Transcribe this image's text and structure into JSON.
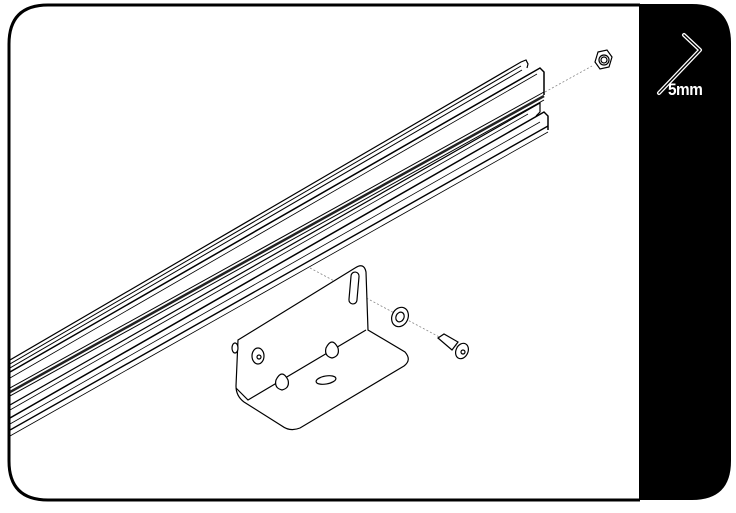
{
  "step_illustration": {
    "tool_panel": {
      "tool_icon": "hex-key-icon",
      "tool_size_label": "5mm",
      "background_color": "#000000",
      "text_color": "#ffffff"
    },
    "parts": [
      {
        "name": "aluminum-rail",
        "icon": "rail-profile"
      },
      {
        "name": "hex-nut",
        "icon": "nut-icon"
      },
      {
        "name": "washer",
        "icon": "washer-icon"
      },
      {
        "name": "button-head-bolt",
        "icon": "bolt-icon"
      },
      {
        "name": "l-bracket",
        "icon": "bracket-icon"
      }
    ],
    "frame_color": "#000000"
  }
}
